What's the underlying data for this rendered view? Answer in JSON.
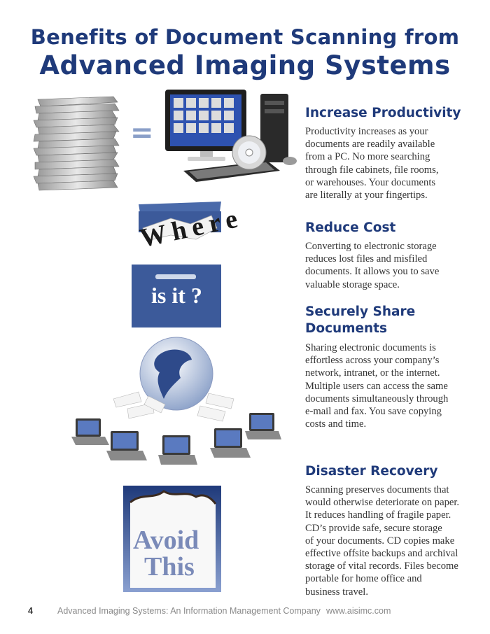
{
  "header": {
    "title_line1": "Benefits of Document Scanning from",
    "title_line2": "Advanced Imaging Systems"
  },
  "sections": [
    {
      "title": "Increase Productivity",
      "body": "Productivity increases as your\ndocuments are readily available\nfrom a PC. No more searching\nthrough file cabinets, file rooms,\nor warehouses. Your documents\nare literally at your fingertips."
    },
    {
      "title": "Reduce Cost",
      "body": "Converting to electronic storage\nreduces lost files and misfiled\ndocuments. It allows you to save\nvaluable storage space."
    },
    {
      "title_line1": "Securely Share",
      "title_line2": "Documents",
      "body": "Sharing electronic documents is\neffortless across your company’s\nnetwork, intranet, or the internet.\nMultiple users can access the same\ndocuments simultaneously through\ne-mail and fax. You save copying\ncosts and time."
    },
    {
      "title": "Disaster Recovery",
      "body": "Scanning preserves documents that\nwould otherwise deteriorate on paper.\nIt reduces handling of fragile paper.\nCD’s provide safe, secure storage\nof your documents. CD copies make\neffective offsite backups and archival\nstorage of vital records. Files become\nportable for home office and\nbusiness travel."
    }
  ],
  "illustrations": {
    "equals_sign": "=",
    "cabinet_where": "Where",
    "cabinet_is_it": "is it ?",
    "avoid_line1": "Avoid",
    "avoid_line2": "This"
  },
  "footer": {
    "page_number": "4",
    "company": "Advanced Imaging Systems: An Information Management Company",
    "website": "www.aisimc.com"
  },
  "colors": {
    "title_blue": "#1f3a7a",
    "cabinet_blue": "#3c5a9a",
    "body_text": "#333333",
    "footer_text": "#8a8a8a"
  }
}
